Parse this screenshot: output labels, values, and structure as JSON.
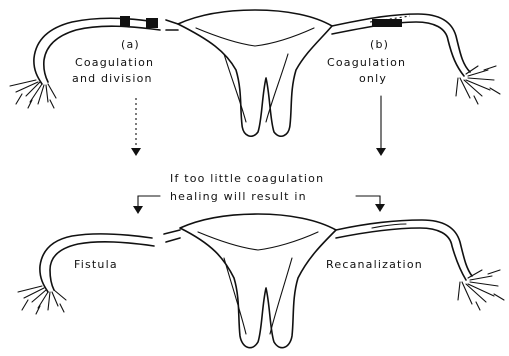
{
  "labels": {
    "a_tag": "(a)",
    "a_line1": "Coagulation",
    "a_line2": "and division",
    "b_tag": "(b)",
    "b_line1": "Coagulation",
    "b_line2": "only",
    "mid_line1": "If too little coagulation",
    "mid_line2": "healing will result in",
    "fistula": "Fistula",
    "recanalization": "Recanalization"
  }
}
